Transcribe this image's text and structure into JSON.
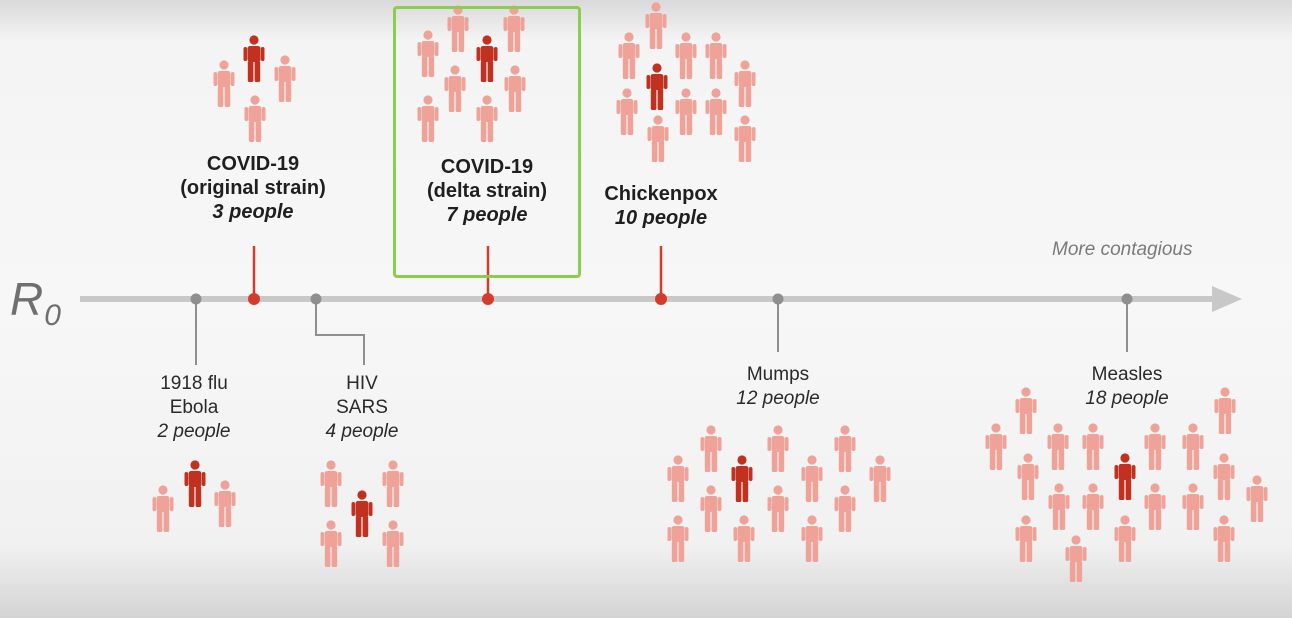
{
  "axis": {
    "symbol": "R",
    "subscript": "0",
    "direction_label": "More contagious"
  },
  "colors": {
    "axis": "#c8c8c8",
    "marker_gray": "#8f8f8f",
    "marker_red": "#d63a2a",
    "person_light": "#eea298",
    "person_dark": "#c1311f",
    "highlight": "#8dcd4e"
  },
  "icons": {
    "person": "person-icon"
  },
  "diseases": [
    {
      "key": "flu_ebola",
      "names": [
        "1918 flu",
        "Ebola"
      ],
      "count": 2,
      "count_text": "2 people",
      "label_side": "below",
      "marker": "gray",
      "highlighted": false
    },
    {
      "key": "covid_original",
      "names": [
        "COVID-19",
        "(original strain)"
      ],
      "count": 3,
      "count_text": "3 people",
      "label_side": "above",
      "marker": "red",
      "highlighted": false
    },
    {
      "key": "hiv_sars",
      "names": [
        "HIV",
        "SARS"
      ],
      "count": 4,
      "count_text": "4 people",
      "label_side": "below",
      "marker": "gray",
      "highlighted": false
    },
    {
      "key": "covid_delta",
      "names": [
        "COVID-19",
        "(delta strain)"
      ],
      "count": 7,
      "count_text": "7 people",
      "label_side": "above",
      "marker": "red",
      "highlighted": true
    },
    {
      "key": "chickenpox",
      "names": [
        "Chickenpox"
      ],
      "count": 10,
      "count_text": "10 people",
      "label_side": "above",
      "marker": "red",
      "highlighted": false
    },
    {
      "key": "mumps",
      "names": [
        "Mumps"
      ],
      "count": 12,
      "count_text": "12 people",
      "label_side": "below",
      "marker": "gray",
      "highlighted": false
    },
    {
      "key": "measles",
      "names": [
        "Measles"
      ],
      "count": 18,
      "count_text": "18 people",
      "label_side": "below",
      "marker": "gray",
      "highlighted": false
    }
  ]
}
